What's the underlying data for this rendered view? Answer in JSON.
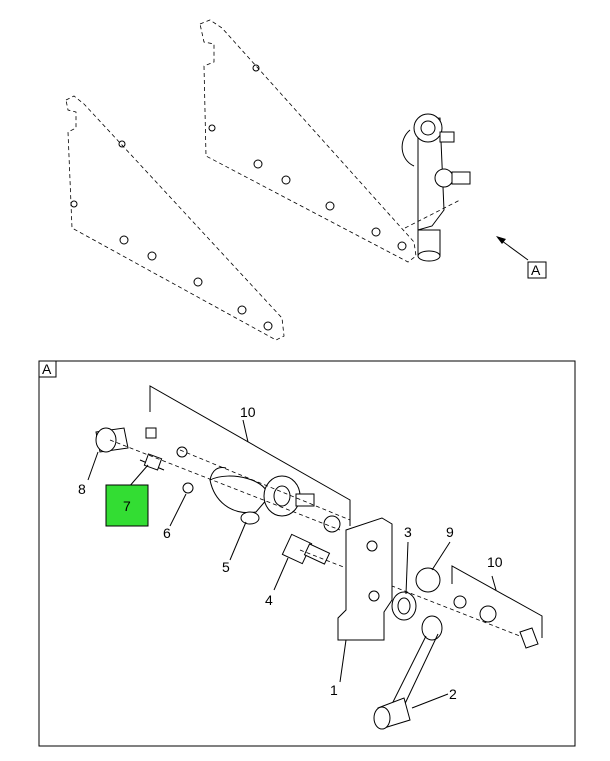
{
  "view_ref": {
    "overview_label": "A",
    "detail_label": "A"
  },
  "callouts": {
    "c1": "1",
    "c2": "2",
    "c3": "3",
    "c4": "4",
    "c5": "5",
    "c6": "6",
    "c7": "7",
    "c8": "8",
    "c9": "9",
    "c10_top": "10",
    "c10_right": "10"
  },
  "highlighted_callout": "7",
  "colors": {
    "highlight": "#33dd33",
    "line": "#000000",
    "background": "#ffffff"
  }
}
